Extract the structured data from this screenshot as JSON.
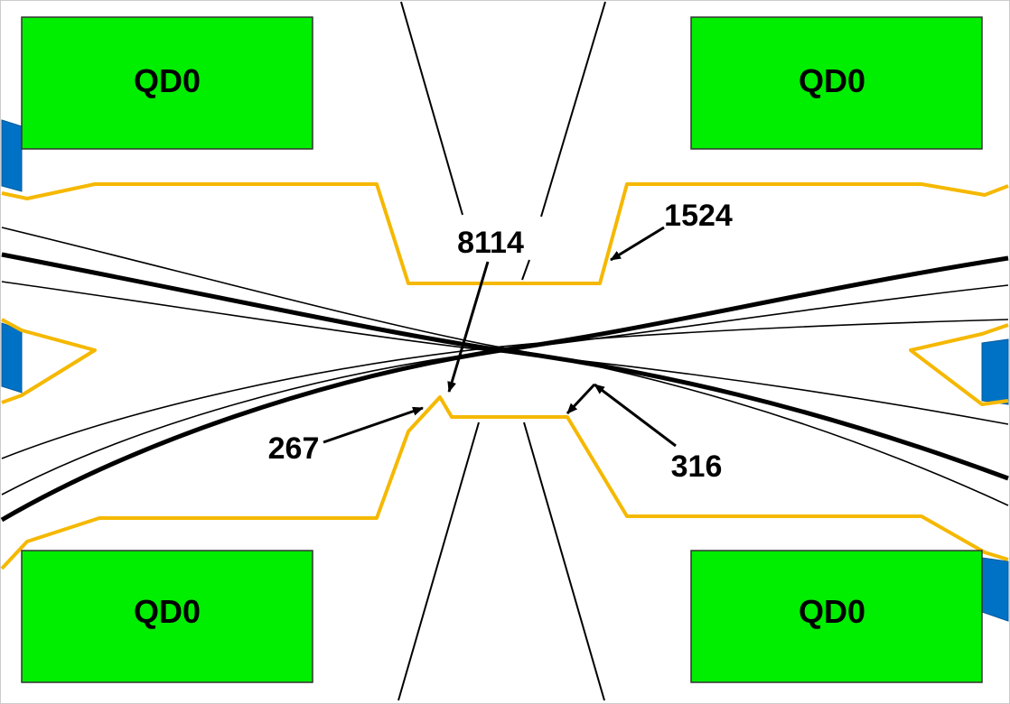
{
  "magnets": [
    {
      "label": "QD0"
    },
    {
      "label": "QD0"
    },
    {
      "label": "QD0"
    },
    {
      "label": "QD0"
    }
  ],
  "annotations": [
    {
      "label": "8114"
    },
    {
      "label": "1524"
    },
    {
      "label": "267"
    },
    {
      "label": "316"
    }
  ],
  "colors": {
    "magnet_fill": "#00ee00",
    "chamber_outline": "#f5b800",
    "side_block": "#0072c6",
    "lines": "#000000",
    "background": "#ffffff"
  }
}
